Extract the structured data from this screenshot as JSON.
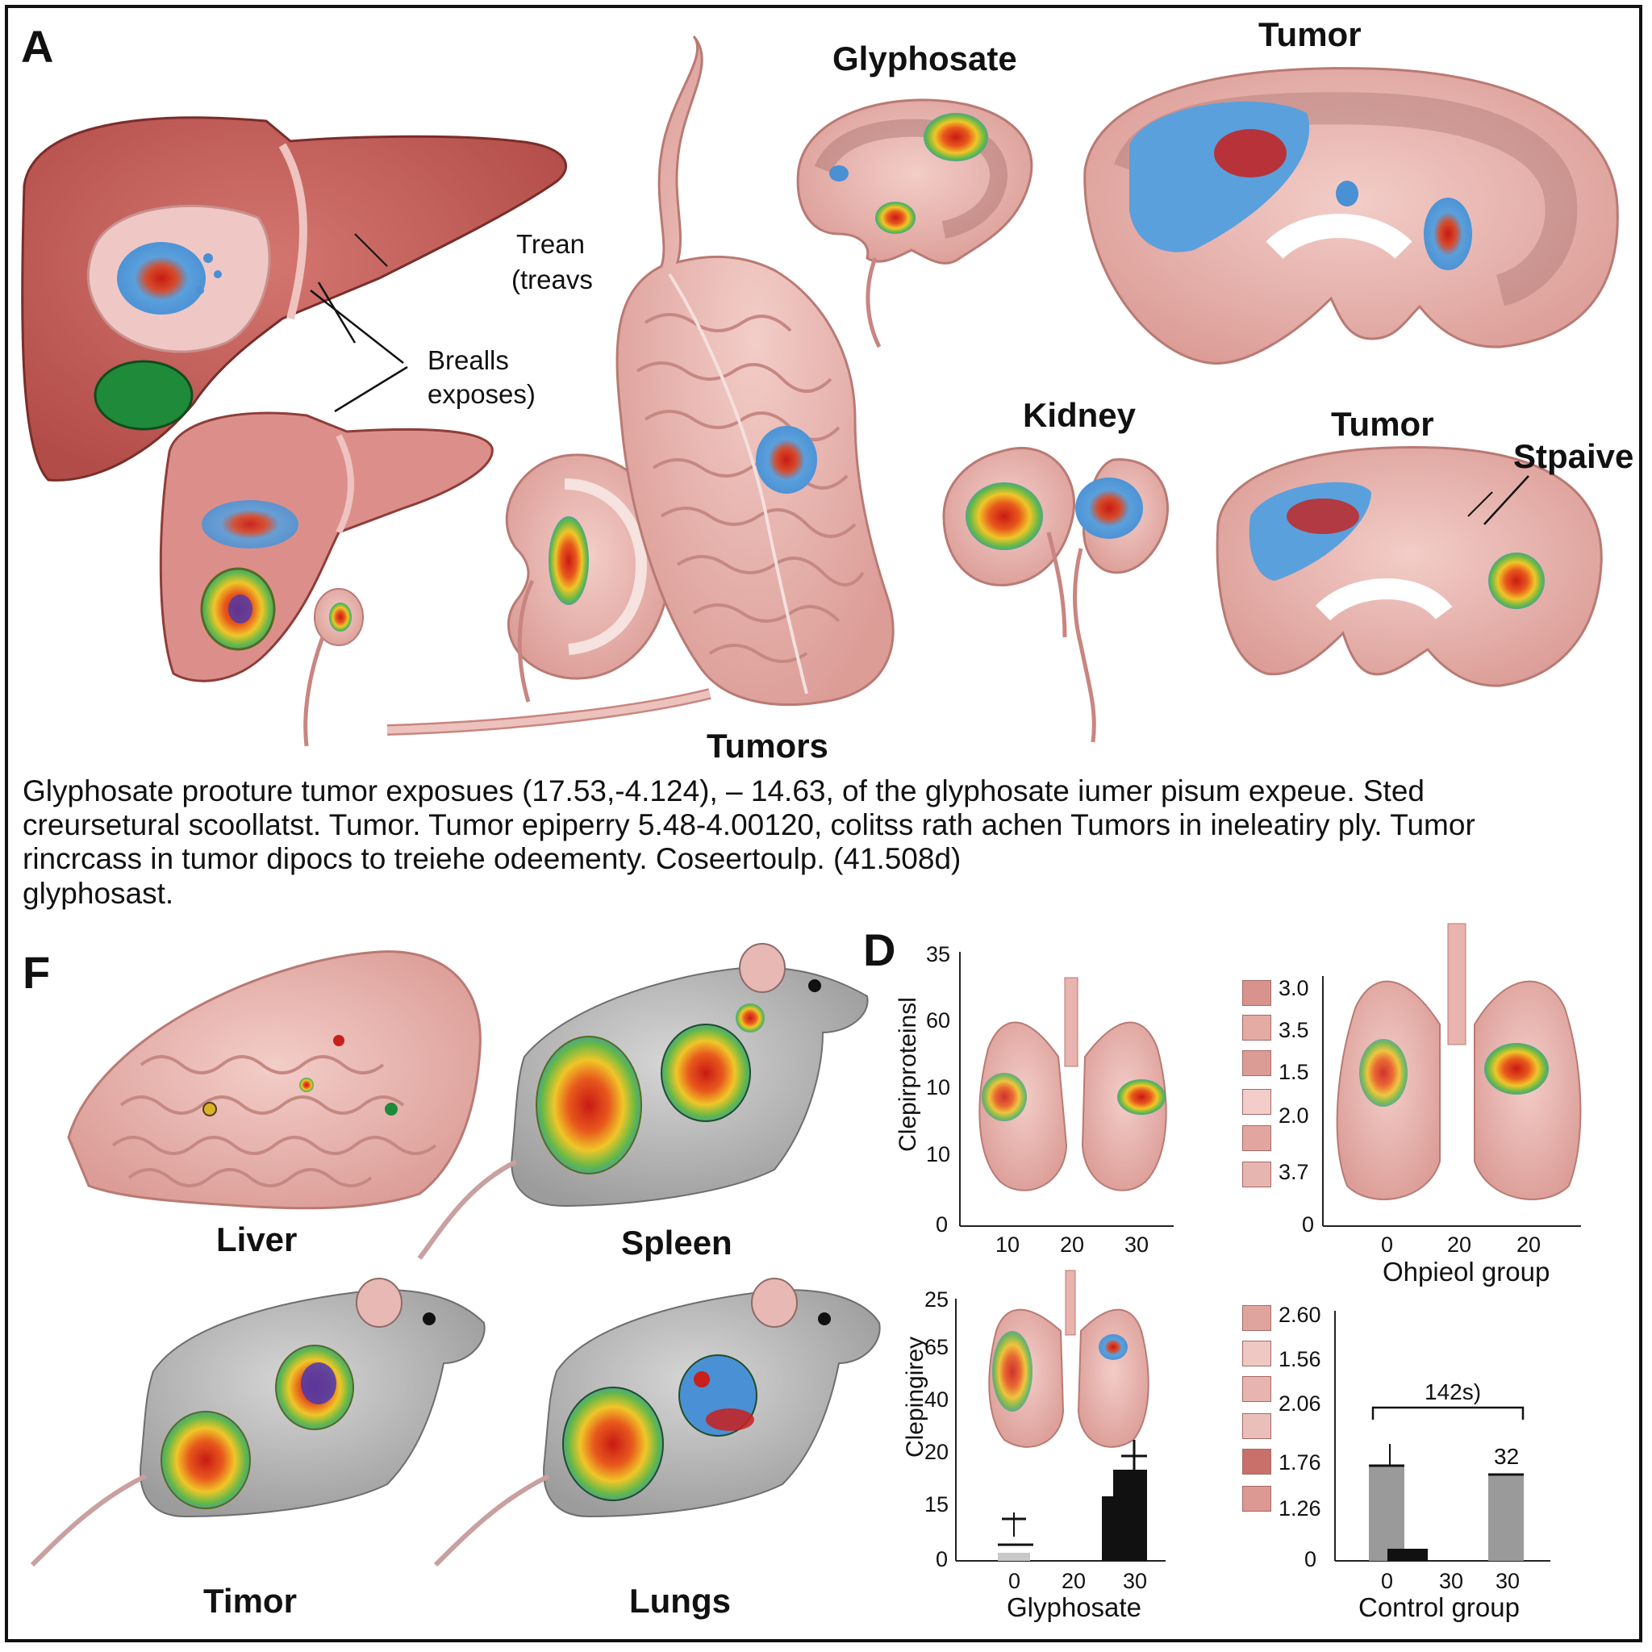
{
  "panels": {
    "a": "A",
    "f": "F",
    "d": "D"
  },
  "labels": {
    "glyphosate": "Glyphosate",
    "tumor_top": "Tumor",
    "kidney": "Kidney",
    "tumor_mid": "Tumor",
    "stpaive": "Stpaive",
    "trean_1": "Trean",
    "trean_2": "(treavs",
    "breals_1": "Brealls",
    "breals_2": "exposes)",
    "tumors": "Tumors"
  },
  "caption": [
    "Glyphosate prooture tumor exposues (17.53,-4.124), – 14.63, of the glyphosate iumer pisum expeue. Sted",
    "creursetural scoollatst. Tumor. Tumor epiperry 5.48-4.00120, colitss rath achen Tumors in ineleatiry ply. Tumor",
    "rincrcass in tumor dipocs to treiehe odeementy. Coseertoulp. (41.508d)",
    "glyphosast."
  ],
  "mice": {
    "liver": "Liver",
    "spleen": "Spleen",
    "timor": "Timor",
    "lungs": "Lungs"
  },
  "plots": {
    "p1": {
      "ylabel": "Clepirproteinsl",
      "yticks": [
        "35",
        "60",
        "10",
        "10",
        "0"
      ],
      "xticks": [
        "10",
        "20",
        "30"
      ]
    },
    "p2": {
      "scale": [
        "3.0",
        "3.5",
        "1.5",
        "2.0",
        "3.7"
      ],
      "ytick0": "0",
      "xticks": [
        "0",
        "20",
        "20"
      ],
      "xlabel": "Ohpieol group"
    },
    "p3": {
      "ylabel": "Clepingirey",
      "yticks": [
        "25",
        "65",
        "40",
        "20",
        "15",
        "0"
      ],
      "xticks": [
        "0",
        "20",
        "30"
      ],
      "xlabel": "Glyphosate"
    },
    "p4": {
      "scale": [
        "2.60",
        "1.56",
        "2.06",
        "1.76",
        "1.26"
      ],
      "ytick0": "0",
      "bracket": "142s)",
      "barlabel": "32",
      "xticks": [
        "0",
        "30",
        "30"
      ],
      "xlabel": "Control group"
    }
  },
  "colors": {
    "tissue": "#e9b3ae",
    "liver": "#c8605c",
    "tumor_blue": "#5aa0dc",
    "tumor_red": "#c8201c",
    "mouse": "#b9b9b9"
  }
}
